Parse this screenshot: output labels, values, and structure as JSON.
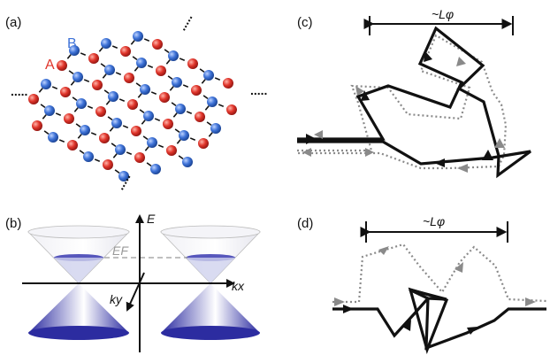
{
  "panels": {
    "a": {
      "label": "(a)",
      "sublattice_a": "A",
      "sublattice_b": "B",
      "color_a": "#e0352b",
      "color_b": "#3f73d8",
      "ellipsis": "....."
    },
    "b": {
      "label": "(b)",
      "axis_energy": "E",
      "axis_kx": "kx",
      "axis_ky": "ky",
      "fermi_level": "EF",
      "cone_color": "#3a3ab0"
    },
    "c": {
      "label": "(c)",
      "scale_label": "~Lφ"
    },
    "d": {
      "label": "(d)",
      "scale_label": "~Lφ"
    }
  },
  "colors": {
    "path_black": "#111111",
    "path_gray": "#8a8a8a"
  }
}
